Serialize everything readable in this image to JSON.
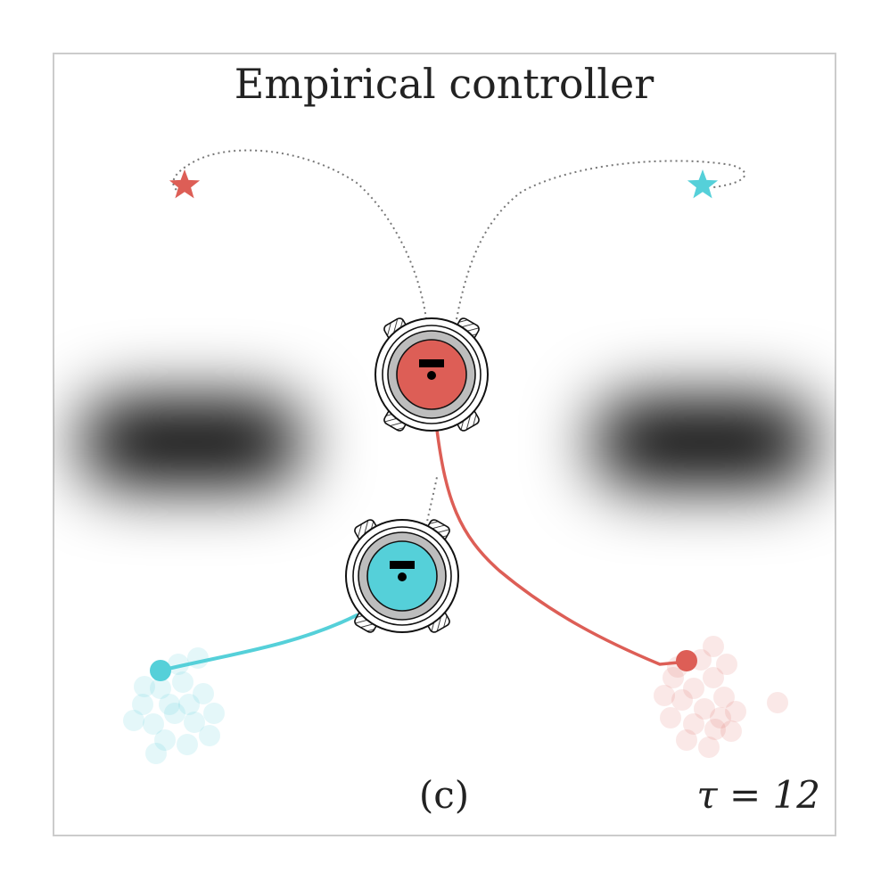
{
  "figure": {
    "title": "Empirical controller",
    "panel_label": "(c)",
    "time_label": "τ = 12"
  },
  "colors": {
    "red_agent": "#dd5e56",
    "cyan_agent": "#55d0d9",
    "obstacle": "#000000",
    "frame": "#cccccc",
    "planned_path": "#777777"
  },
  "agents": [
    {
      "name": "red-robot",
      "color_key": "red_agent"
    },
    {
      "name": "cyan-robot",
      "color_key": "cyan_agent"
    }
  ],
  "goals": [
    {
      "name": "red-goal-star",
      "color_key": "red_agent"
    },
    {
      "name": "cyan-goal-star",
      "color_key": "cyan_agent"
    }
  ]
}
